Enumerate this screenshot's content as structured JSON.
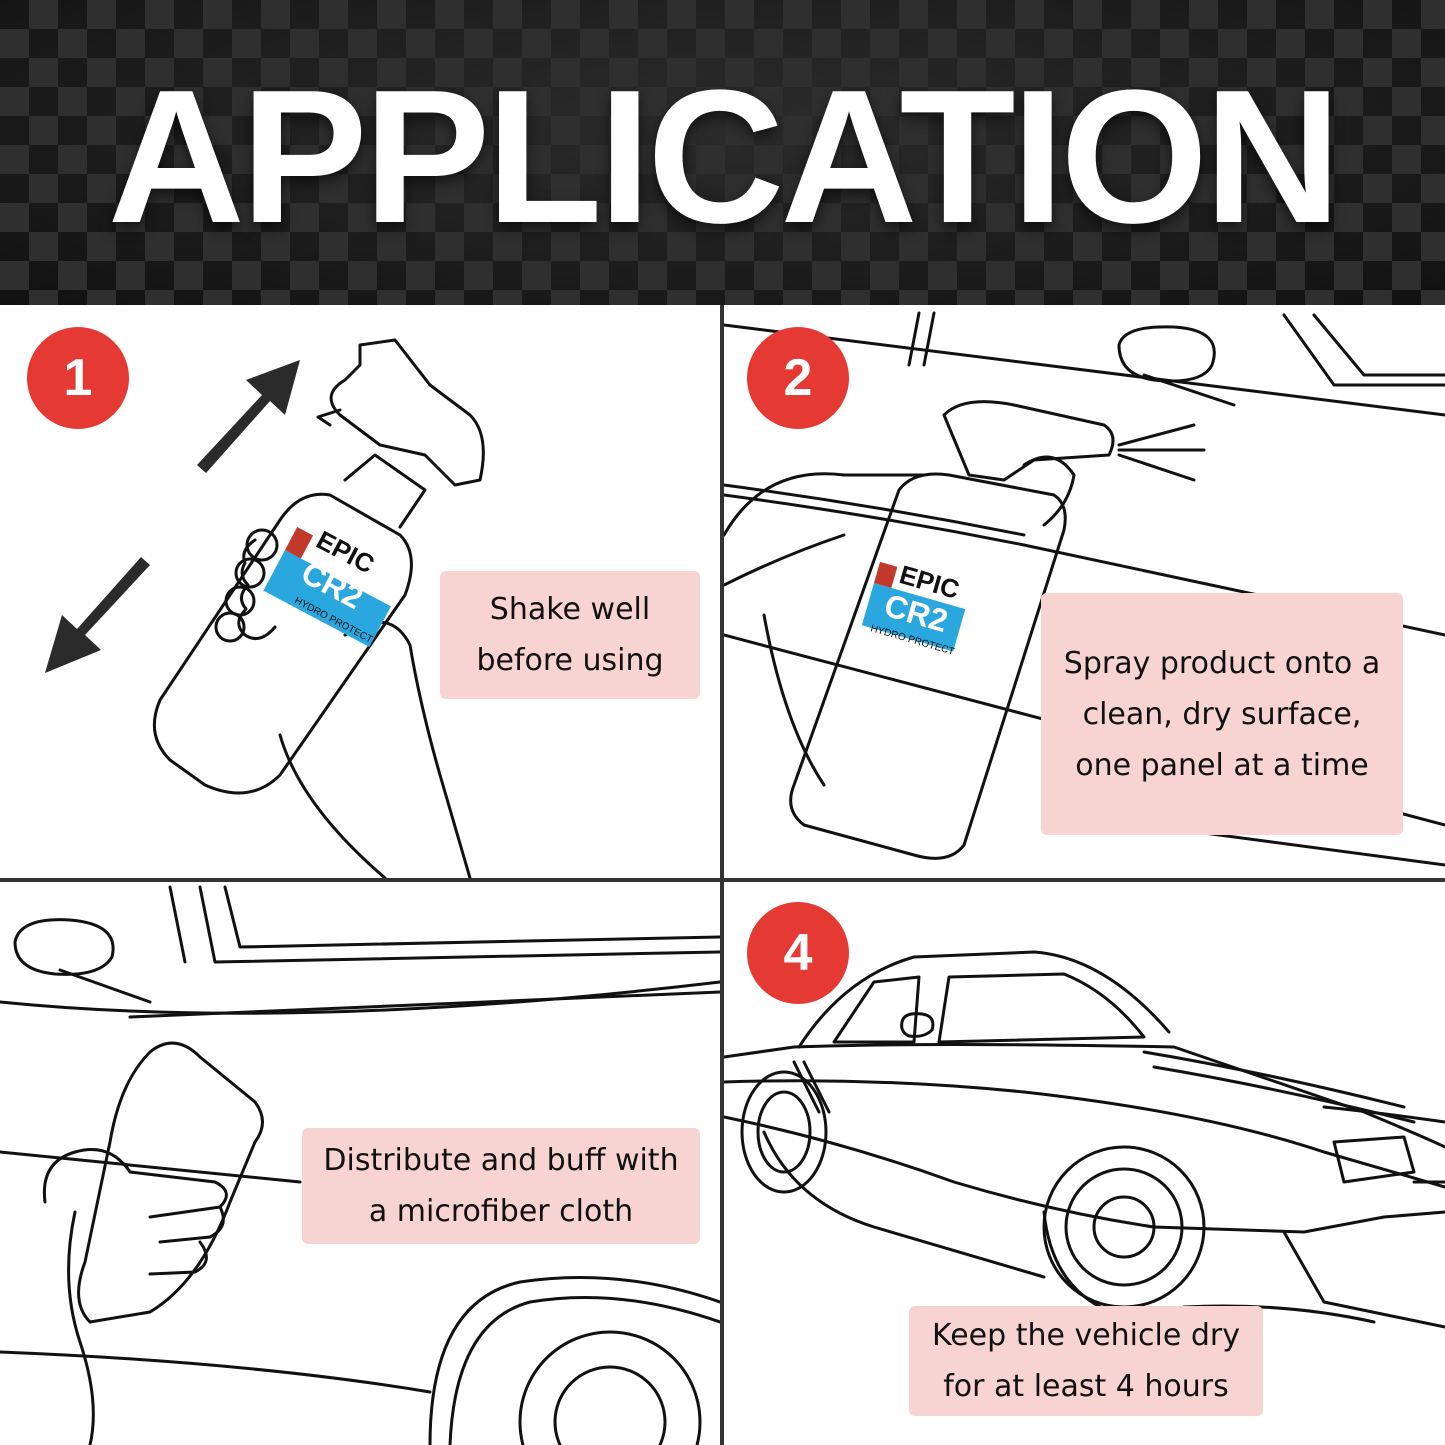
{
  "header": {
    "title": "APPLICATION"
  },
  "steps": [
    {
      "number": "1",
      "caption": "Shake well before using"
    },
    {
      "number": "2",
      "caption": "Spray product onto a clean, dry surface, one panel at a time"
    },
    {
      "number": "",
      "caption": "Distribute and buff with a microfiber cloth"
    },
    {
      "number": "4",
      "caption": "Keep the vehicle dry for at least 4 hours"
    }
  ],
  "product_label": {
    "brand": "EPIC",
    "model": "CR2",
    "tagline": "HYDRO PROTECT"
  },
  "colors": {
    "badge": "#e53a34",
    "caption_bg": "#f7d4d2",
    "label_blue": "#2aa7df"
  }
}
